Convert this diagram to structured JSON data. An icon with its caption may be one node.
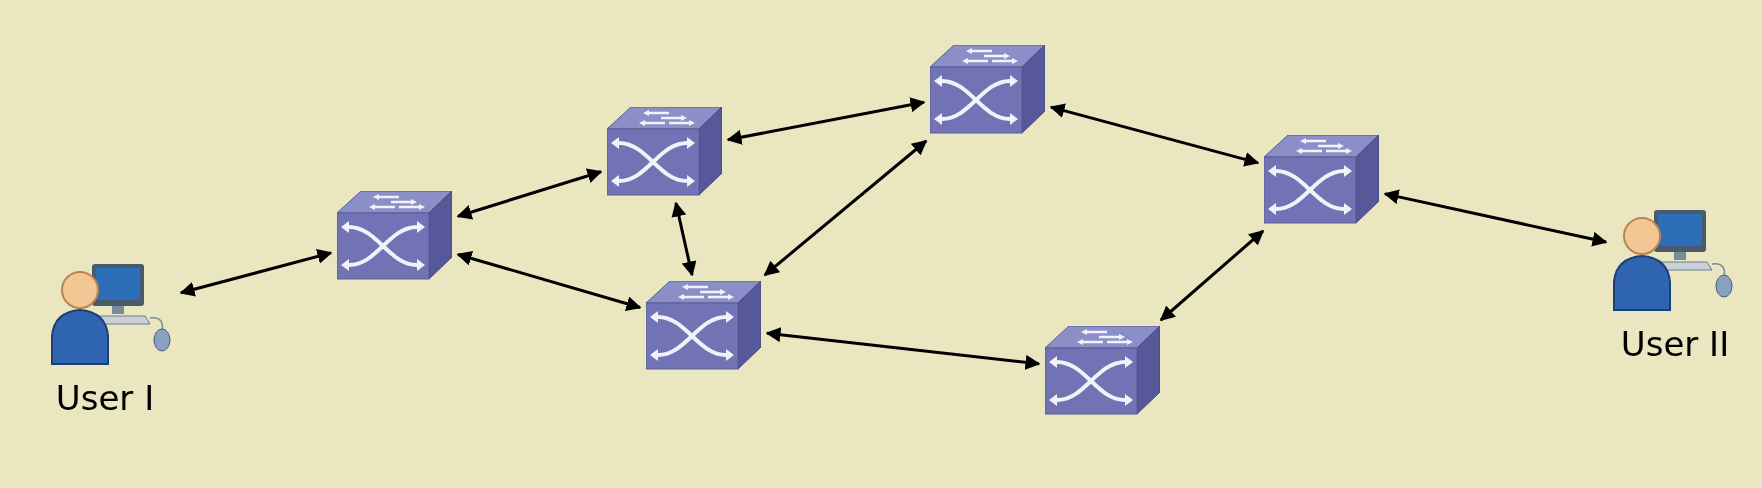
{
  "diagram": {
    "nodes": [
      {
        "text": [
          "User I"
        ]
      },
      {
        "text": [],
        "shape": "picture"
      },
      {
        "text": [],
        "shape": "picture"
      },
      {
        "text": [],
        "shape": "picture"
      },
      {
        "text": [],
        "shape": "picture"
      },
      {
        "text": [],
        "shape": "picture"
      },
      {
        "text": [],
        "shape": "picture"
      },
      {
        "text": [
          "User II"
        ]
      }
    ],
    "edges": [
      {
        "from": 0,
        "to": 1,
        "arrow": "both"
      },
      {
        "from": 1,
        "to": 2,
        "arrow": "both"
      },
      {
        "from": 1,
        "to": 3,
        "arrow": "both"
      },
      {
        "from": 2,
        "to": 4,
        "arrow": "both"
      },
      {
        "from": 2,
        "to": 3,
        "arrow": "both"
      },
      {
        "from": 3,
        "to": 4,
        "arrow": "both"
      },
      {
        "from": 4,
        "to": 6,
        "arrow": "both"
      },
      {
        "from": 3,
        "to": 5,
        "arrow": "both"
      },
      {
        "from": 5,
        "to": 6,
        "arrow": "both"
      },
      {
        "from": 6,
        "to": 7,
        "arrow": "both"
      }
    ]
  }
}
